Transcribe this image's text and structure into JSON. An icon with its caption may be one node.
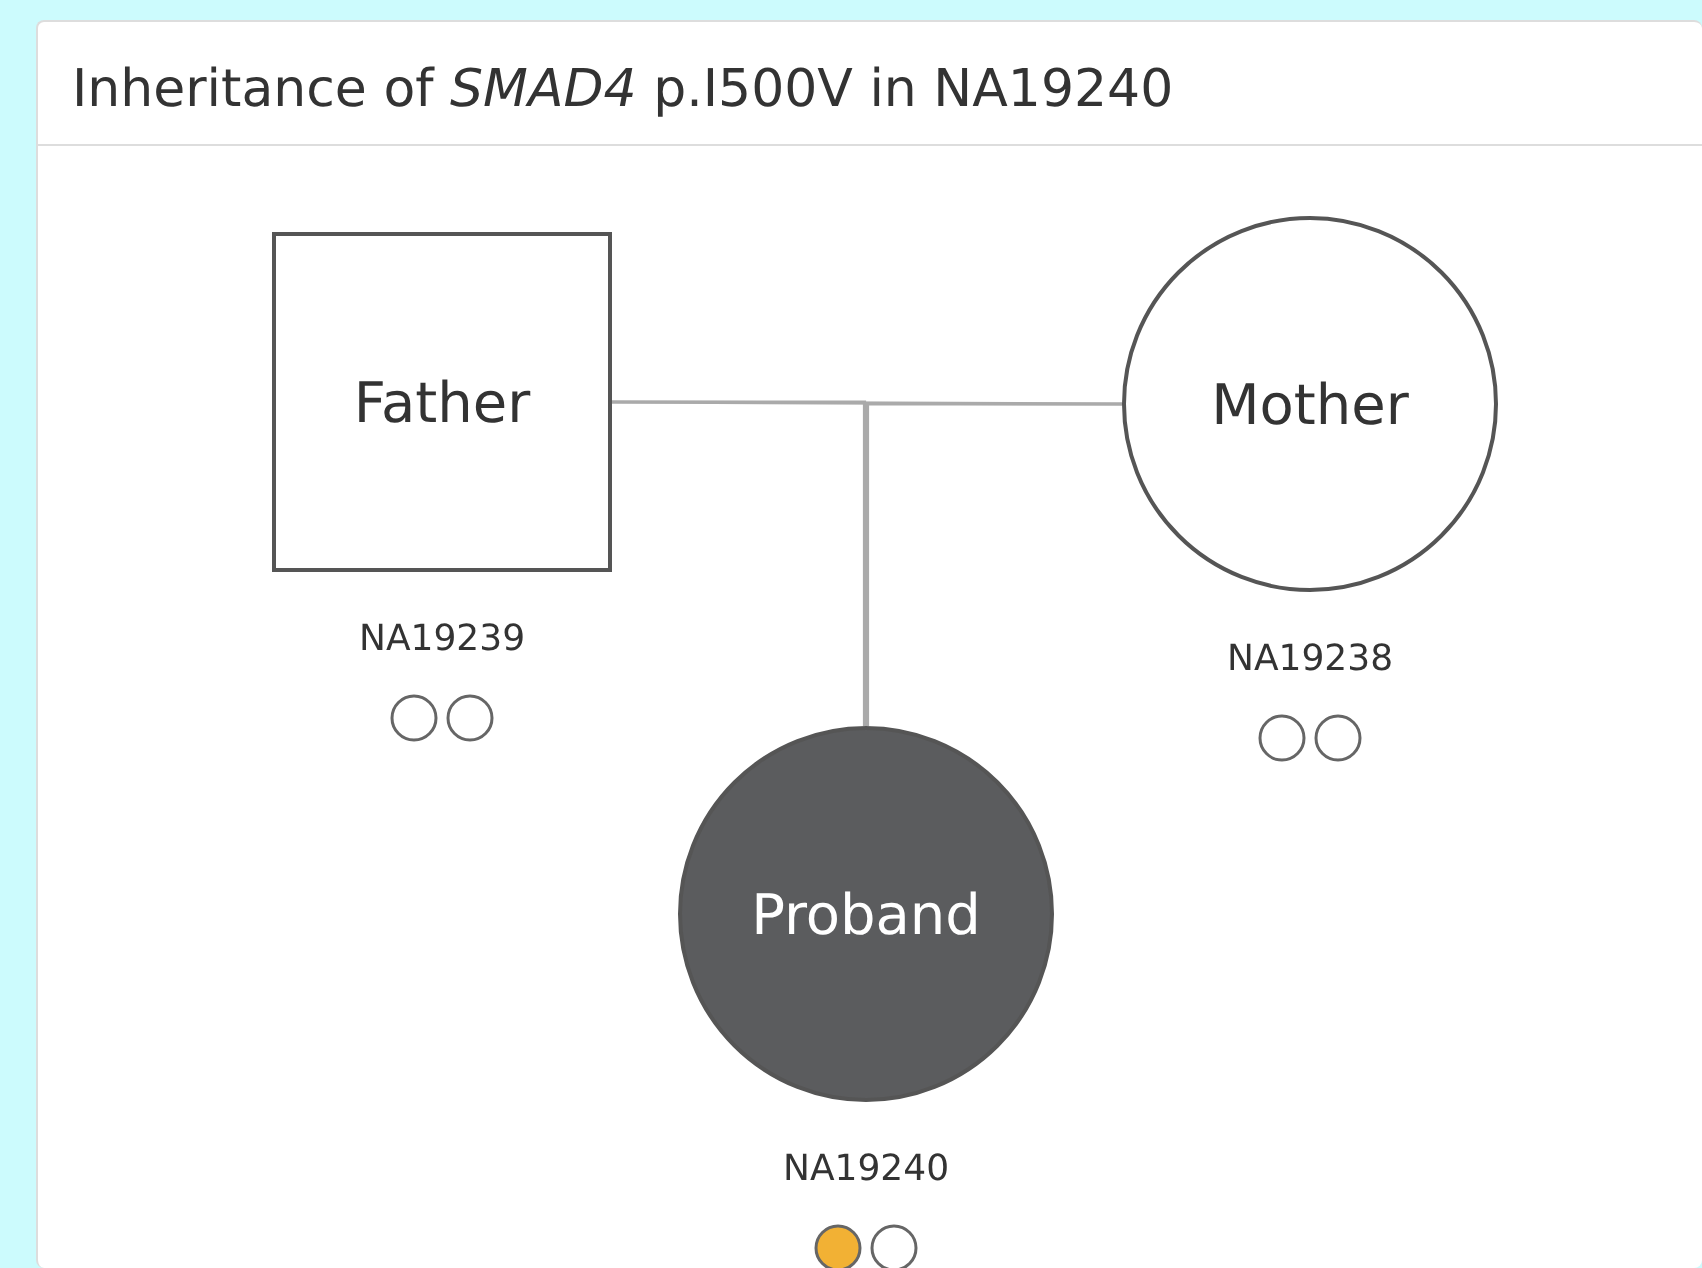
{
  "diagram": {
    "title": "Inheritance of *SMAD4* p.I500V in NA19240",
    "nodes": [
      {
        "text": [
          "Father"
        ],
        "beside": [
          "NA19239"
        ]
      },
      {
        "text": [
          "Mother"
        ],
        "beside": [
          "NA19238"
        ]
      },
      {
        "text": [
          "Proband"
        ],
        "beside": [
          "NA19240"
        ]
      }
    ],
    "edges": [
      {
        "from": 0,
        "to": 1,
        "arrow": "none"
      },
      {
        "from": 1,
        "to": 2,
        "arrow": "none"
      },
      {
        "from": 2,
        "to": 0,
        "arrow": "none"
      }
    ]
  }
}
